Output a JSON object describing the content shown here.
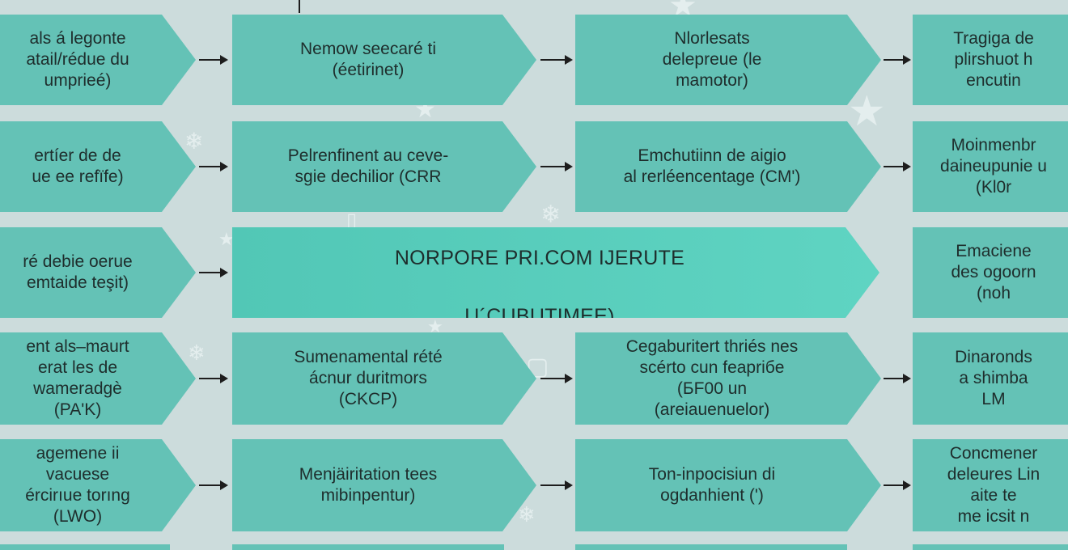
{
  "colors": {
    "background": "#ccdcdc",
    "box": "#64c2b6",
    "center_box": "#56cbb9",
    "text": "#1e2d2c",
    "arrow": "#1d1d1d"
  },
  "icons": [
    "star-icon",
    "snowflake-icon",
    "doc-icon"
  ],
  "rows": [
    [
      "als á legonte\natail/rédue du\numprieé)",
      "Nemow seecaré ti\n(éetirinet)",
      "Nlorlesats\ndeleprеue (le\nmamotor)",
      "Tragiga de\nplirshuot h\nencutin"
    ],
    [
      "ertíer de de\nue ee refïfe)",
      "Pelrenfinent au ceve-\nsgie dechilior (CRR",
      "Emchutiinn de aigio\nal rerléencentage (CM')",
      "Moinmenbr\ndaineupunie u\n(Kl0r"
    ],
    [
      "ré debie oerue\nemtaide teşit)",
      "",
      "",
      "Emaciene\ndes ogoorn\n(noh"
    ],
    [
      "ent als–maurt\nerat les de\nwameradgè\n(PA'K)",
      "Sumenamental rété\nácnur duritmors\n(CKCP)",
      "Cegaburitert thriés nes\nscérto cun feaprібe\n(БF00 un\n(areiauenuelor)",
      "Dinaronds\na shimba\nLM"
    ],
    [
      "agemene ii\nvacuese\nércirıue torıng\n(LWO)",
      "Menjäiritation tees\nmibinpentur)",
      "Ton-inpocisiun di\nogdanhient (')",
      "Concmener\ndeleures Lin\naite te\nme icsit n"
    ]
  ],
  "center": {
    "line1": "NORPORE PRI.COM IJERUTE",
    "line2": "U´CUBUTIMEE)"
  }
}
